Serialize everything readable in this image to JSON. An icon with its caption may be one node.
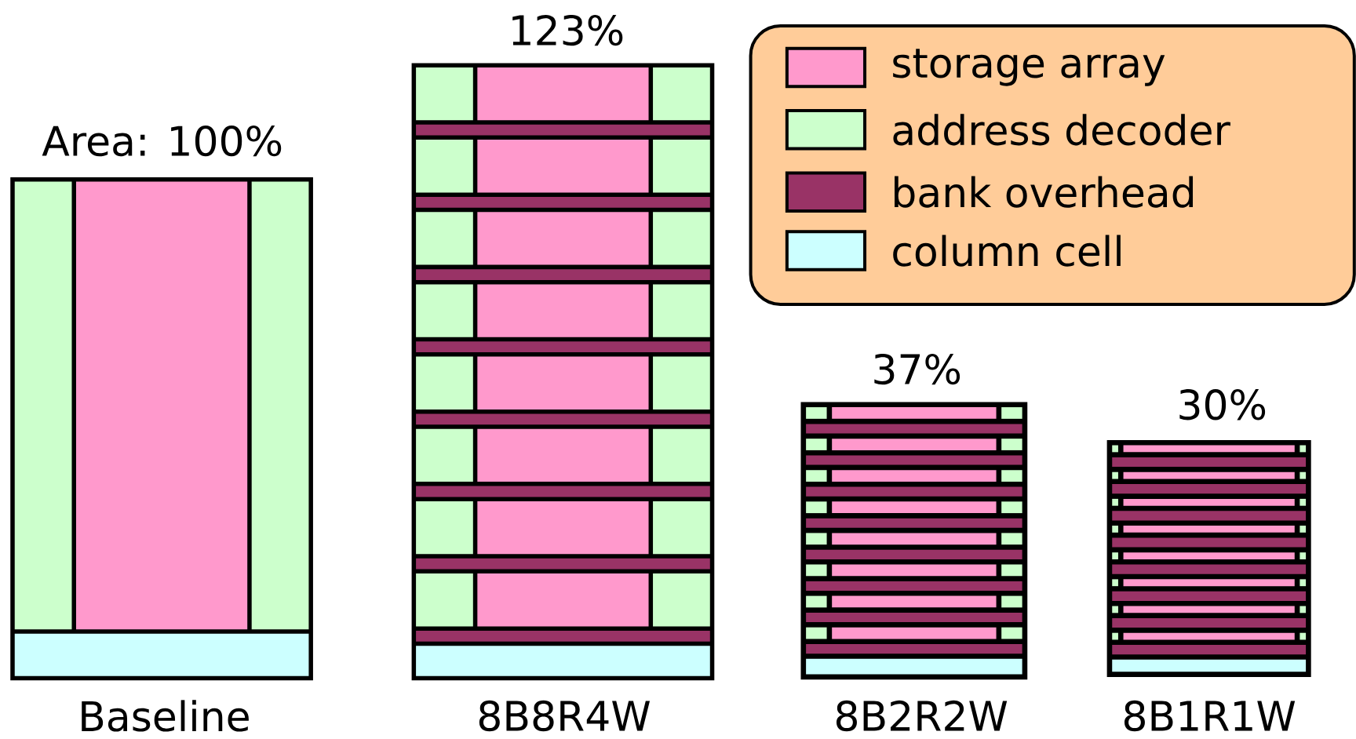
{
  "diagram": {
    "labels": [
      "123%",
      "Area: 100%",
      "37%",
      "30%",
      "Baseline",
      "8B8R4W",
      "8B2R2W",
      "8B1R1W"
    ],
    "legend": [
      {
        "text": "storage array",
        "color": "#ff99cc"
      },
      {
        "text": "address decoder",
        "color": "#ccffcc"
      },
      {
        "text": "bank overhead",
        "color": "#993366"
      },
      {
        "text": "column cell",
        "color": "#ccffff"
      }
    ]
  }
}
